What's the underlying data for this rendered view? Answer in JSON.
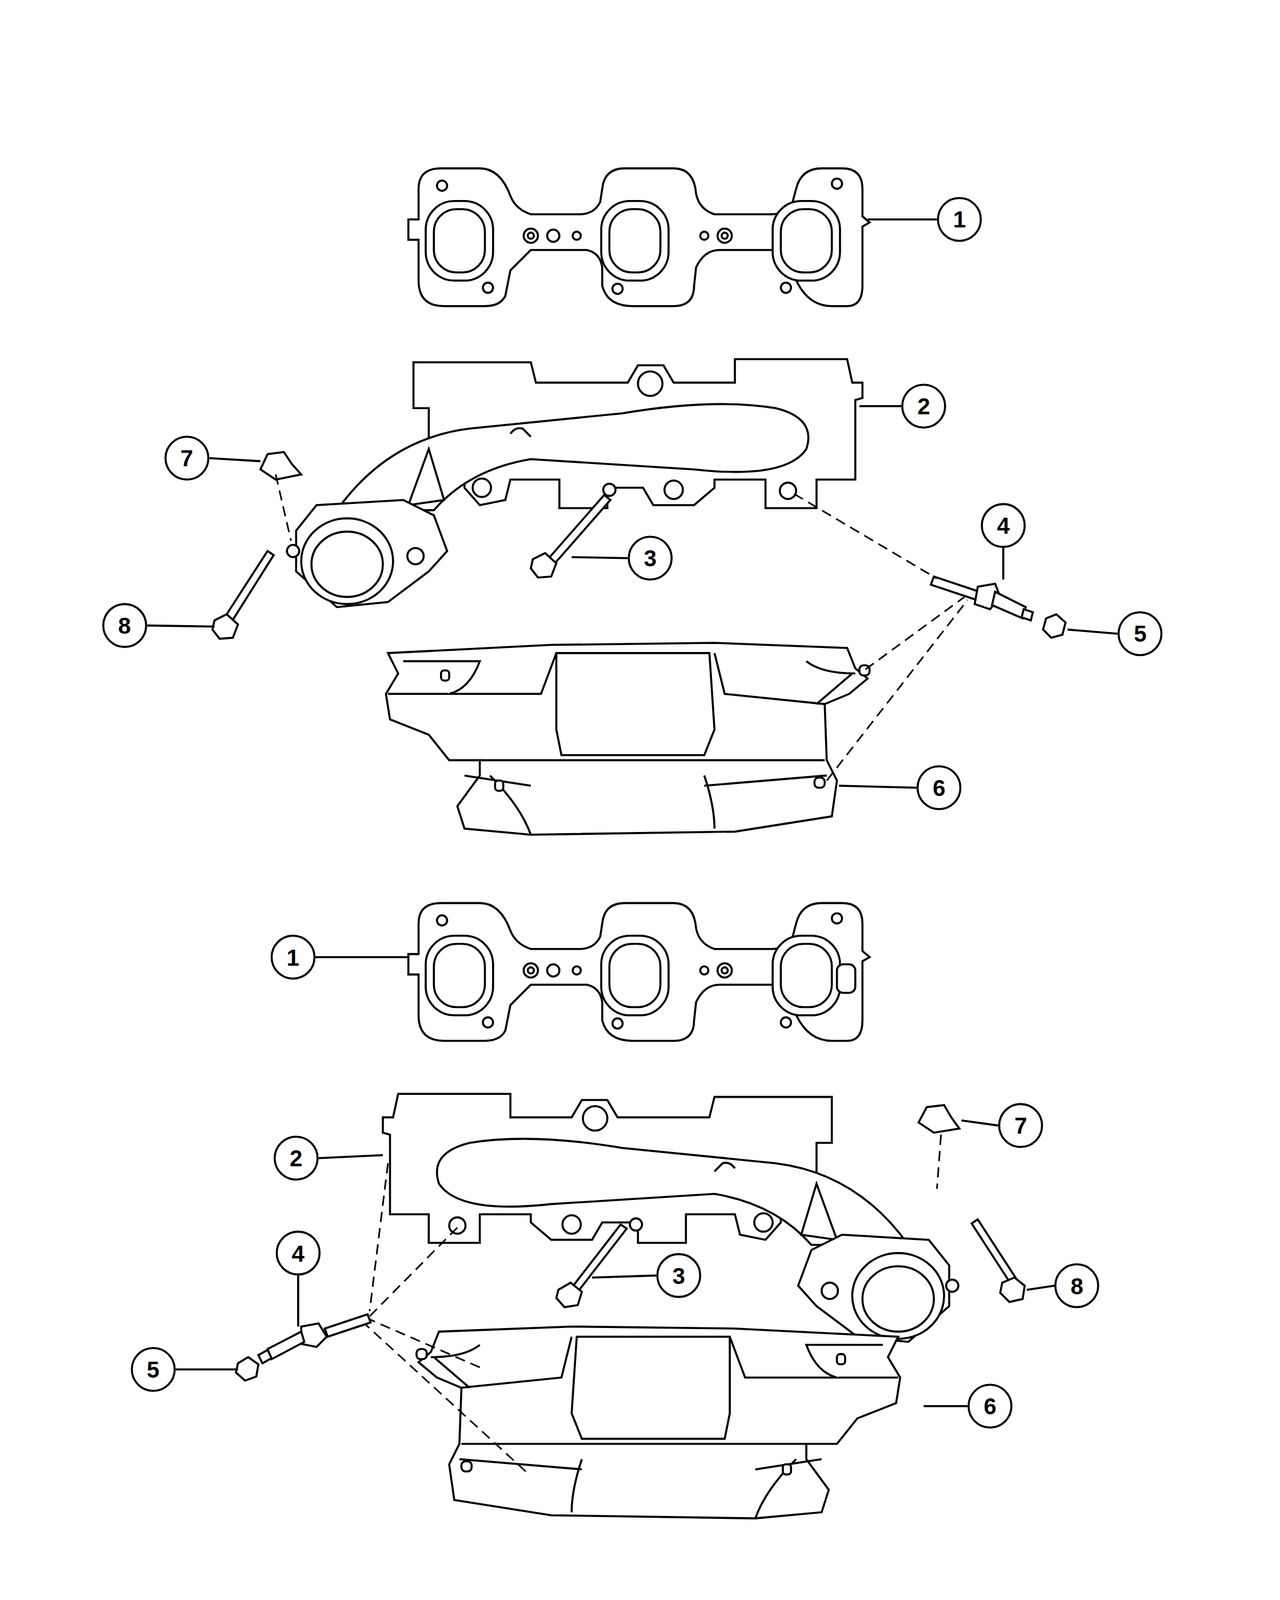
{
  "diagram": {
    "labels": [
      "1",
      "2",
      "7",
      "4",
      "3",
      "8",
      "5",
      "6",
      "1",
      "7",
      "2",
      "3",
      "4",
      "8",
      "5",
      "6"
    ]
  }
}
